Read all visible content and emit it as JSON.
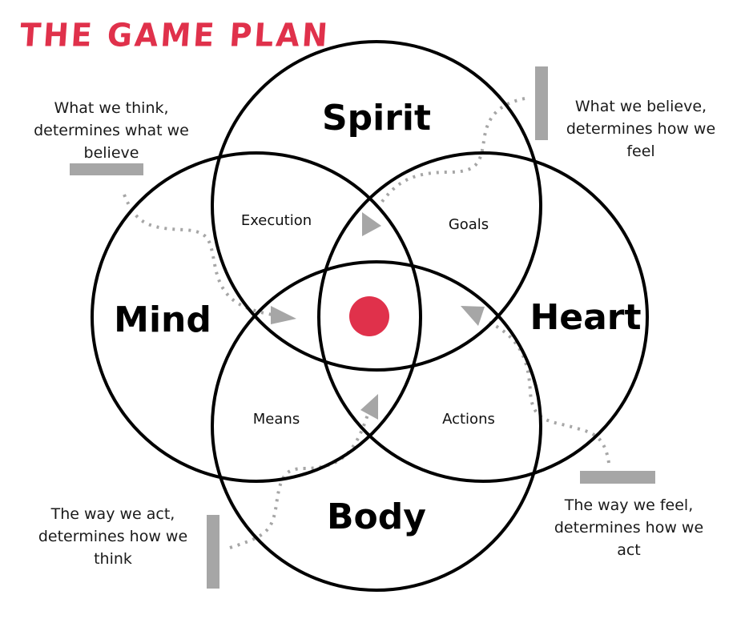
{
  "title": "THE GAME PLAN",
  "colors": {
    "accent": "#e0314b",
    "outline": "#000000",
    "connector": "#a6a6a6"
  },
  "circles": [
    {
      "label": "Spirit",
      "position": "top"
    },
    {
      "label": "Mind",
      "position": "left"
    },
    {
      "label": "Heart",
      "position": "right"
    },
    {
      "label": "Body",
      "position": "bottom"
    }
  ],
  "overlaps": {
    "top_left": "Execution",
    "top_right": "Goals",
    "bottom_left": "Means",
    "bottom_right": "Actions"
  },
  "center_marker": "red-dot",
  "notes": {
    "top_left": [
      "What we think,",
      "determines what we",
      "believe"
    ],
    "top_right": [
      "What we believe,",
      "determines how we",
      "feel"
    ],
    "bottom_left": [
      "The way we act,",
      "determines how we",
      "think"
    ],
    "bottom_right": [
      "The way we feel,",
      "determines how we",
      "act"
    ]
  }
}
